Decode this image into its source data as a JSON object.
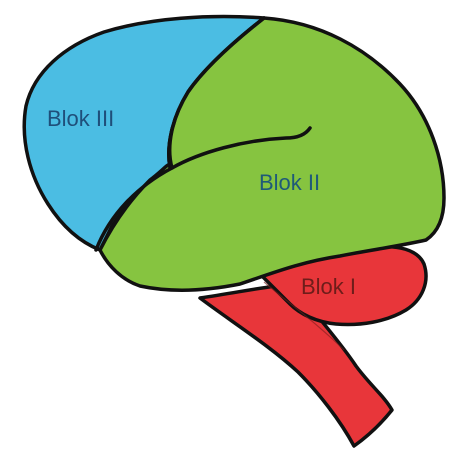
{
  "regions": [
    {
      "id": "blok-iii",
      "label": "Blok III",
      "color": "#4bbde3",
      "label_color": "#1f4f7a"
    },
    {
      "id": "blok-ii",
      "label": "Blok II",
      "color": "#86c440",
      "label_color": "#1f5a78"
    },
    {
      "id": "blok-i",
      "label": "Blok I",
      "color": "#e8363a",
      "label_color": "#6e1d1a"
    }
  ],
  "outline_color": "#111111"
}
